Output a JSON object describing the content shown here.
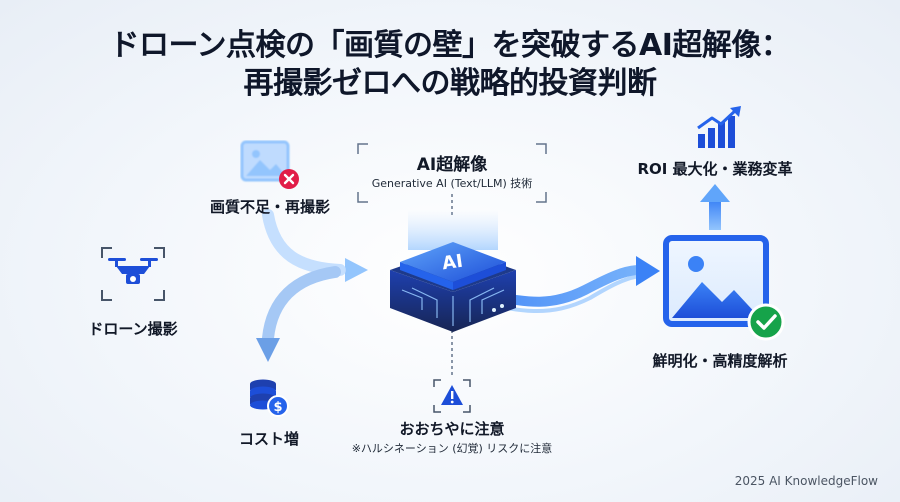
{
  "title": {
    "line1": "ドローン点検の「画質の壁」を突破するAI超解像：",
    "line2": "再撮影ゼロへの戦略的投資判断"
  },
  "nodes": {
    "drone": {
      "label": "ドローン撮影",
      "icon": "drone-icon"
    },
    "poor_quality": {
      "label": "画質不足・再撮影",
      "icon": "blurry-image-error-icon"
    },
    "cost": {
      "label": "コスト増",
      "icon": "coin-stack-icon"
    },
    "ai": {
      "label": "AI超解像",
      "sublabel": "Generative AI (Text/LLM) 技術",
      "chip_text": "AI",
      "icon": "ai-chip-icon"
    },
    "warning": {
      "label": "おおちやに注意",
      "sublabel": "※ハルシネーション (幻覚) リスクに注意",
      "icon": "warning-triangle-icon"
    },
    "result": {
      "label": "鮮明化・高精度解析",
      "icon": "clear-image-check-icon"
    },
    "roi": {
      "label": "ROI 最大化・業務変革",
      "icon": "growth-chart-icon"
    }
  },
  "footer": "2025 AI KnowledgeFlow",
  "colors": {
    "accent": "#2563eb",
    "accent_light": "#60a5fa",
    "error": "#e11d48",
    "success": "#16a34a",
    "text": "#0f172a"
  }
}
